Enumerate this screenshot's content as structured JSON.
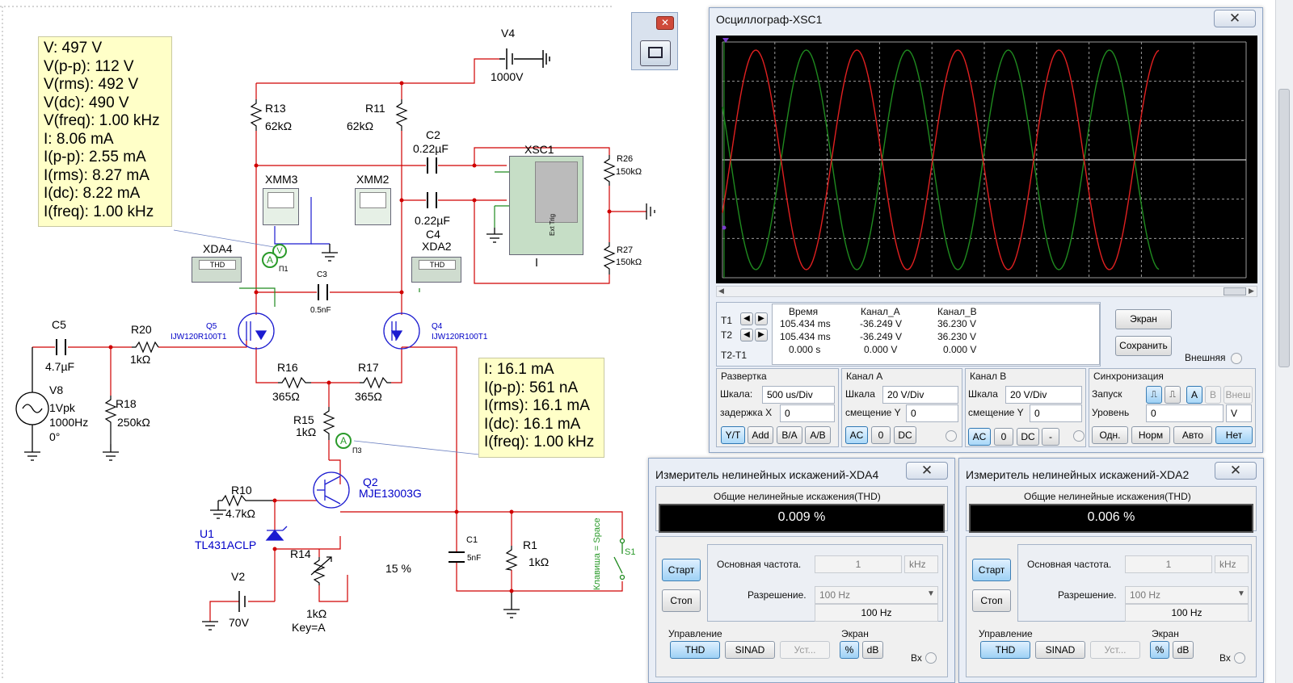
{
  "probe1": {
    "lines": [
      "V: 497 V",
      "V(p-p): 112 V",
      "V(rms): 492 V",
      "V(dc): 490 V",
      "V(freq): 1.00 kHz",
      "I: 8.06 mA",
      "I(p-p): 2.55 mA",
      "I(rms): 8.27 mA",
      "I(dc): 8.22 mA",
      "I(freq): 1.00 kHz"
    ]
  },
  "probe3": {
    "lines": [
      "I: 16.1 mA",
      "I(p-p): 561 nA",
      "I(rms): 16.1 mA",
      "I(dc): 16.1 mA",
      "I(freq): 1.00 kHz"
    ]
  },
  "schematic": {
    "v4_name": "V4",
    "v4_value": "1000V",
    "r13_name": "R13",
    "r13_value": "62kΩ",
    "r11_name": "R11",
    "r11_value": "62kΩ",
    "c2_name": "C2",
    "c2_value": "0.22µF",
    "c4_name": "C4",
    "c4_value": "0.22µF",
    "xsc1_name": "XSC1",
    "ext_trig": "Ext Trig",
    "r26_name": "R26",
    "r26_value": "150kΩ",
    "r27_name": "R27",
    "r27_value": "150kΩ",
    "xmm3": "XMM3",
    "xmm2": "XMM2",
    "xda4": "XDA4",
    "xda2": "XDA2",
    "thd_label": "THD",
    "p1": "П1",
    "p3": "П3",
    "probe_v": "V",
    "probe_a": "A",
    "c3_name": "C3",
    "c3_value": "0.5nF",
    "q5_name": "Q5",
    "q5_model": "IJW120R100T1",
    "q4_name": "Q4",
    "q4_model": "IJW120R100T1",
    "c5_name": "C5",
    "c5_value": "4.7µF",
    "r20_name": "R20",
    "r20_value": "1kΩ",
    "v8_name": "V8",
    "v8_amp": "1Vpk",
    "v8_freq": "1000Hz",
    "v8_phase": "0°",
    "r18_name": "R18",
    "r18_value": "250kΩ",
    "r16_name": "R16",
    "r16_value": "365Ω",
    "r17_name": "R17",
    "r17_value": "365Ω",
    "r15_name": "R15",
    "r15_value": "1kΩ",
    "q2_name": "Q2",
    "q2_model": "MJE13003G",
    "r10_name": "R10",
    "r10_value": "4.7kΩ",
    "u1_name": "U1",
    "u1_model": "TL431ACLP",
    "r14_name": "R14",
    "r14_value": "1kΩ",
    "r14_key": "Key=A",
    "r14_percent": "15 %",
    "v2_name": "V2",
    "v2_value": "70V",
    "c1_name": "C1",
    "c1_value": "5nF",
    "r1_name": "R1",
    "r1_value": "1kΩ",
    "s1_name": "S1",
    "s1_key": "Клавиша = Space"
  },
  "oscilloscope": {
    "title": "Осциллограф-XSC1",
    "cursor_headers": [
      "",
      "Время",
      "Канал_A",
      "Канал_B"
    ],
    "cursor_rows": [
      [
        "T1",
        "105.434 ms",
        "-36.249 V",
        "36.230 V"
      ],
      [
        "T2",
        "105.434 ms",
        "-36.249 V",
        "36.230 V"
      ],
      [
        "T2-T1",
        "0.000 s",
        "0.000 V",
        "0.000 V"
      ]
    ],
    "btn_screen": "Экран",
    "btn_save": "Сохранить",
    "external": "Внешняя",
    "timebase_title": "Развертка",
    "scale_label": "Шкала:",
    "timebase_scale": "500 us/Div",
    "delay_label": "задержка X",
    "delay_value": "0",
    "tb_buttons": [
      "Y/T",
      "Add",
      "B/A",
      "A/B"
    ],
    "cha_title": "Канал A",
    "cha_scale_label": "Шкала",
    "cha_scale": "20  V/Div",
    "cha_offset_label": "смещение Y",
    "cha_offset": "0",
    "cha_buttons": [
      "AC",
      "0",
      "DC"
    ],
    "chb_title": "Канал B",
    "chb_scale_label": "Шкала",
    "chb_scale": "20  V/Div",
    "chb_offset_label": "смещение Y",
    "chb_offset": "0",
    "chb_buttons": [
      "AC",
      "0",
      "DC",
      "-"
    ],
    "sync_title": "Синхронизация",
    "trigger_label": "Запуск",
    "trigger_buttons": [
      "A",
      "B",
      "Внеш"
    ],
    "level_label": "Уровень",
    "level_value": "0",
    "level_unit": "V",
    "mode_buttons": [
      "Одн.",
      "Норм",
      "Авто",
      "Нет"
    ],
    "trace_colors": {
      "channel_a": "#e02020",
      "channel_b": "#1f8a1f"
    }
  },
  "distortion_xda4": {
    "title": "Измеритель нелинейных искажений-XDA4",
    "heading": "Общие нелинейные искажения(THD)",
    "value": "0.009 %",
    "start": "Старт",
    "stop": "Стоп",
    "fund_label": "Основная частота.",
    "fund_value": "1",
    "fund_unit": "kHz",
    "res_label": "Разрешение.",
    "res_option": "100 Hz",
    "res_value": "100 Hz",
    "control_title": "Управление",
    "thd_btn": "THD",
    "sinad_btn": "SINAD",
    "set_btn": "Уст...",
    "screen_title": "Экран",
    "pct_btn": "%",
    "db_btn": "dB",
    "input_label": "Вх"
  },
  "distortion_xda2": {
    "title": "Измеритель нелинейных искажений-XDA2",
    "heading": "Общие нелинейные искажения(THD)",
    "value": "0.006 %",
    "start": "Старт",
    "stop": "Стоп",
    "fund_label": "Основная частота.",
    "fund_value": "1",
    "fund_unit": "kHz",
    "res_label": "Разрешение.",
    "res_option": "100 Hz",
    "res_value": "100 Hz",
    "control_title": "Управление",
    "thd_btn": "THD",
    "sinad_btn": "SINAD",
    "set_btn": "Уст...",
    "screen_title": "Экран",
    "pct_btn": "%",
    "db_btn": "dB",
    "input_label": "Вх"
  }
}
